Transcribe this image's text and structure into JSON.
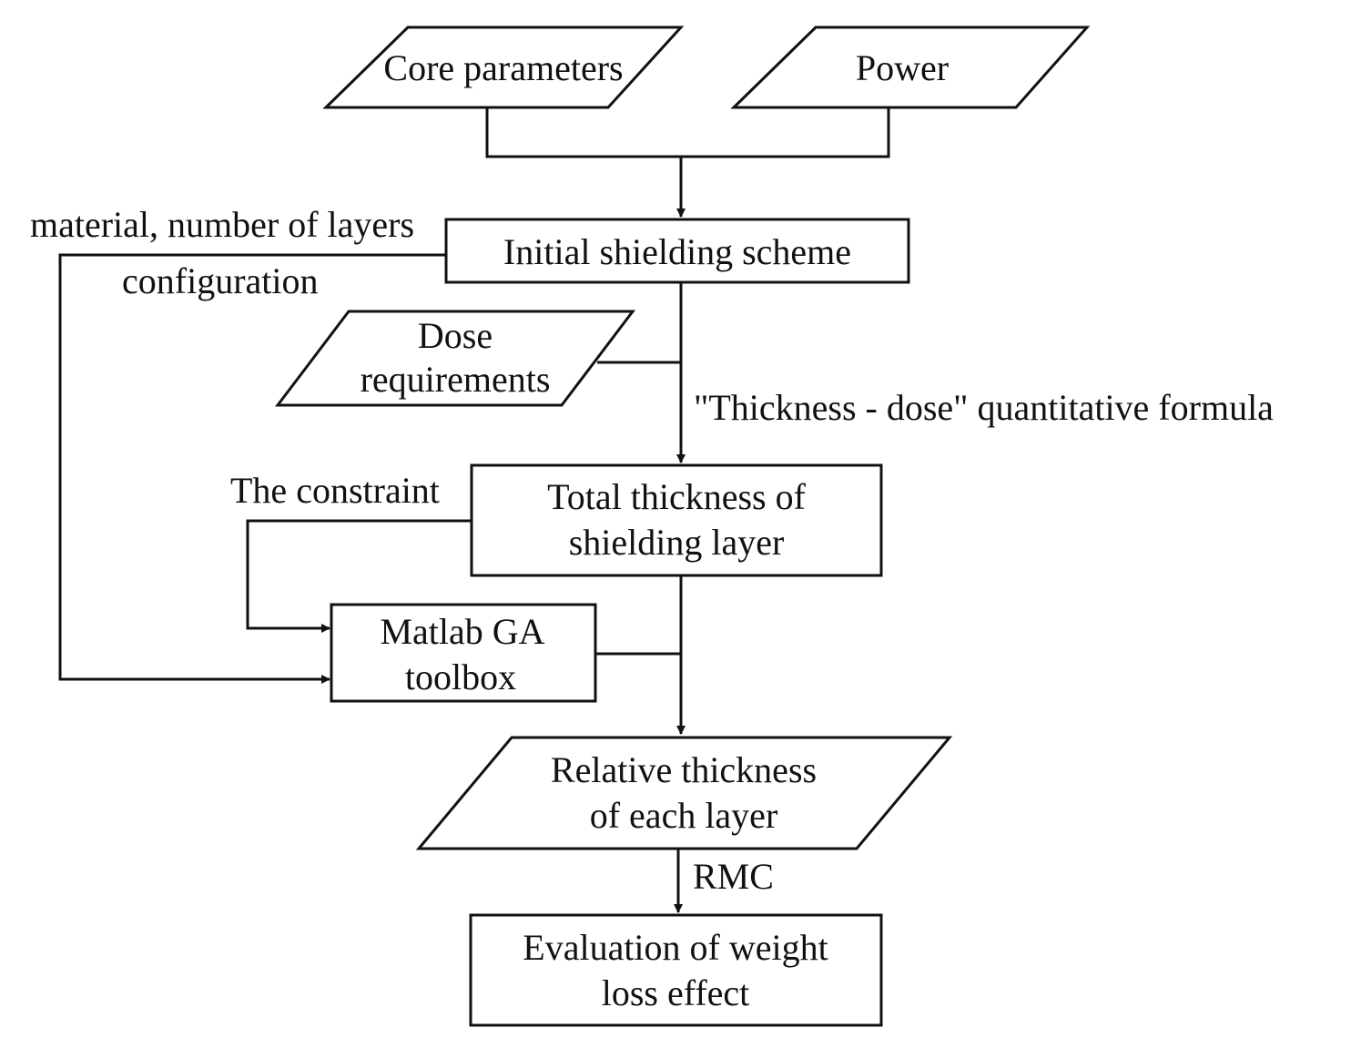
{
  "nodes": {
    "core_parameters": {
      "lines": [
        "Core parameters"
      ]
    },
    "power": {
      "lines": [
        "Power"
      ]
    },
    "initial_scheme": {
      "lines": [
        "Initial shielding scheme"
      ]
    },
    "dose_requirements": {
      "lines": [
        "Dose",
        "requirements"
      ]
    },
    "total_thickness": {
      "lines": [
        "Total thickness of",
        "shielding layer"
      ]
    },
    "matlab_ga": {
      "lines": [
        "Matlab GA",
        "toolbox"
      ]
    },
    "relative_thickness": {
      "lines": [
        "Relative thickness",
        "of each layer"
      ]
    },
    "evaluation": {
      "lines": [
        "Evaluation of weight",
        "loss effect"
      ]
    }
  },
  "edge_labels": {
    "material_layers": "material, number of layers",
    "configuration": "configuration",
    "thickness_dose_formula": "\"Thickness - dose\" quantitative formula",
    "constraint": "The constraint",
    "rmc": "RMC"
  }
}
